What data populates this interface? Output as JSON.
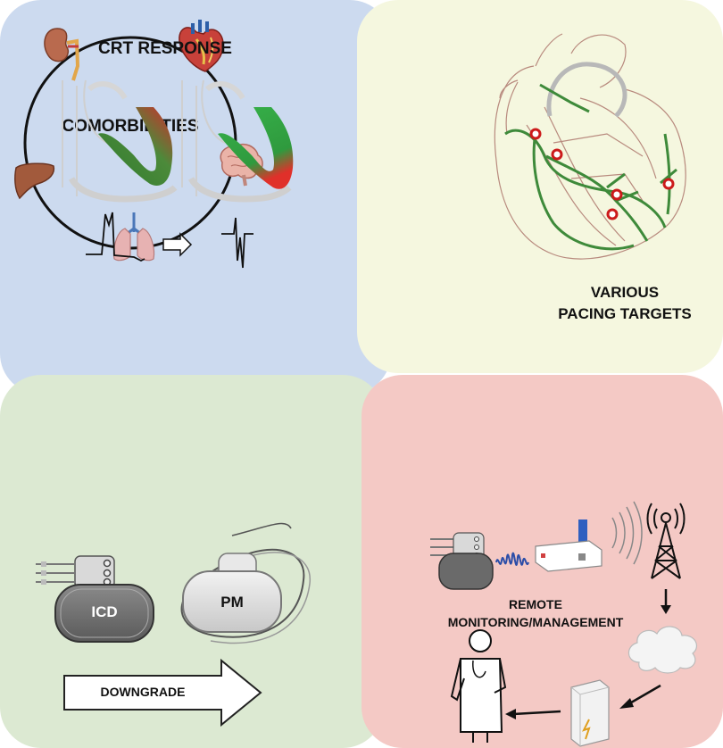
{
  "panels": {
    "comorbidities": {
      "label": "COMORBIDITIES",
      "color": "#ccdaef"
    },
    "pacing": {
      "label_line1": "VARIOUS",
      "label_line2": "PACING TARGETS",
      "color": "#f5f7df"
    },
    "crt": {
      "label": "CRT RESPONSE",
      "color": "#ffffff"
    },
    "downgrade": {
      "icd_label": "ICD",
      "pm_label": "PM",
      "arrow_label": "DOWNGRADE",
      "color": "#dce9d2"
    },
    "remote": {
      "label_line1": "REMOTE",
      "label_line2": "MONITORING/MANAGEMENT",
      "color": "#f4c9c5"
    }
  },
  "icons": [
    "kidney-icon",
    "heart-icon",
    "brain-icon",
    "lungs-icon",
    "liver-icon",
    "pacemaker-device-icon",
    "router-icon",
    "antenna-tower-icon",
    "cloud-icon",
    "server-icon",
    "doctor-icon"
  ]
}
